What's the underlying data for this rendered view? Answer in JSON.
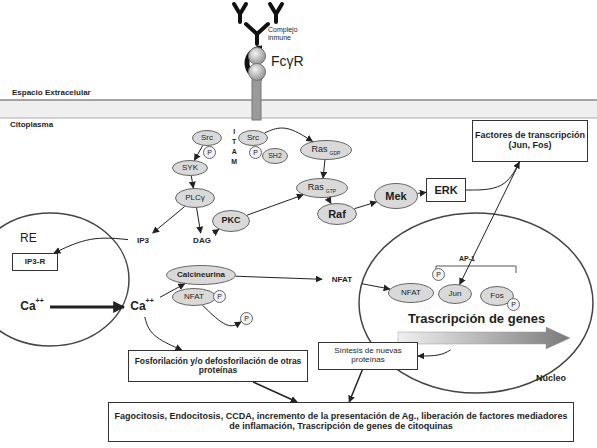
{
  "diagram": {
    "nodes": [
      {
        "text": [
          "Src"
        ]
      },
      {
        "text": [
          "P"
        ]
      },
      {
        "text": [
          "Src"
        ]
      },
      {
        "text": [
          "P"
        ]
      },
      {
        "text": [
          "SH2"
        ]
      },
      {
        "text": [
          "SYK"
        ]
      },
      {
        "text": [
          "PLCγ"
        ]
      },
      {
        "text": [
          "Ras",
          "GDP"
        ]
      },
      {
        "text": [
          "Ras",
          "GTP"
        ]
      },
      {
        "text": [
          "Raf"
        ]
      },
      {
        "text": [
          "Mek"
        ]
      },
      {
        "text": [
          "ERK"
        ]
      },
      {
        "text": [
          "Factores de transcripción (Jun, Fos)"
        ]
      },
      {
        "text": [
          "PKC"
        ]
      },
      {
        "text": [
          "IP3"
        ]
      },
      {
        "text": [
          "DAG"
        ]
      },
      {
        "text": [
          "RE"
        ]
      },
      {
        "text": [
          "IP3-R"
        ],
        "in": 16
      },
      {
        "text": [
          "Ca",
          "++"
        ],
        "in": 16
      },
      {
        "text": [
          "Ca",
          "++"
        ]
      },
      {
        "text": [
          "Calcineurina"
        ]
      },
      {
        "text": [
          "NFAT"
        ]
      },
      {
        "text": [
          "P"
        ]
      },
      {
        "text": [
          "P"
        ]
      },
      {
        "text": [
          "NFAT"
        ]
      },
      {
        "text": [
          "Núcleo"
        ]
      },
      {
        "text": [
          "NFAT"
        ],
        "in": 25
      },
      {
        "text": [
          "Jun"
        ],
        "in": 25
      },
      {
        "text": [
          "P"
        ],
        "in": 25
      },
      {
        "text": [
          "Fos"
        ],
        "in": 25
      },
      {
        "text": [
          "P"
        ],
        "in": 25
      },
      {
        "text": [
          "Trascripción de genes"
        ],
        "in": 25
      },
      {
        "text": [
          "Fosforilación y/o defosforilación de otras proteínas"
        ]
      },
      {
        "text": [
          "Síntesis de nuevas proteínas"
        ]
      },
      {
        "text": [
          "Fagocitosis, Endocitosis, CCDA, incremento de la presentación de Ag., liberación de factores mediadores de inflamación, Trascripción de genes de citoquinas"
        ]
      }
    ],
    "edges": [
      {
        "from": 0,
        "to": 5,
        "arrow": "to"
      },
      {
        "from": 2,
        "to": 7,
        "arrow": "to"
      },
      {
        "from": 5,
        "to": 6,
        "arrow": "to"
      },
      {
        "from": 6,
        "to": 14,
        "arrow": "to"
      },
      {
        "from": 6,
        "to": 15,
        "arrow": "to"
      },
      {
        "from": 15,
        "to": 13,
        "arrow": "to"
      },
      {
        "from": 13,
        "to": 8,
        "arrow": "to"
      },
      {
        "from": 7,
        "to": 8,
        "arrow": "to"
      },
      {
        "from": 8,
        "to": 9,
        "arrow": "to"
      },
      {
        "from": 9,
        "to": 10,
        "arrow": "to"
      },
      {
        "from": 10,
        "to": 11,
        "arrow": "to"
      },
      {
        "from": 11,
        "to": 12,
        "arrow": "to"
      },
      {
        "from": 12,
        "to": 27,
        "arrow": "to"
      },
      {
        "from": 14,
        "to": 17,
        "arrow": "to"
      },
      {
        "from": 18,
        "to": 19,
        "arrow": "to"
      },
      {
        "from": 19,
        "to": 20,
        "arrow": "to"
      },
      {
        "from": 19,
        "to": 32,
        "arrow": "to"
      },
      {
        "from": 21,
        "to": 23,
        "arrow": "to"
      },
      {
        "from": 20,
        "to": 24,
        "arrow": "to"
      },
      {
        "from": 24,
        "to": 26,
        "arrow": "to"
      },
      {
        "from": 31,
        "to": 33,
        "arrow": "to"
      },
      {
        "from": 32,
        "to": 34,
        "arrow": "to"
      },
      {
        "from": 33,
        "to": 34,
        "arrow": "to"
      }
    ],
    "labels": [
      "Complejo inmune",
      "FcγR",
      "Espacio Extracelular",
      "Citoplasma",
      "ITAM",
      "AP-1"
    ]
  }
}
